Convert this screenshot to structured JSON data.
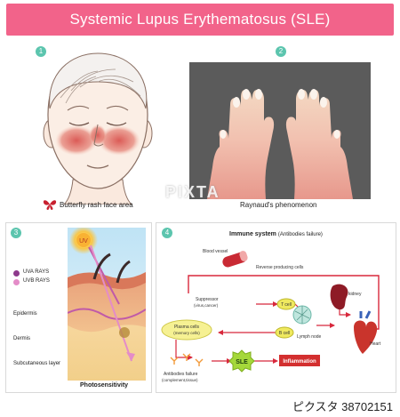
{
  "title": "Systemic Lupus Erythematosus (SLE)",
  "panels": {
    "p1": {
      "number": "1",
      "caption": "Butterfly rash face area"
    },
    "p2": {
      "number": "2",
      "caption": "Raynaud's phenomenon"
    },
    "p3": {
      "number": "3",
      "caption": "Photosensitivity",
      "sun_label": "UV",
      "legend": [
        "UVA RAYS",
        "UVB RAYS"
      ],
      "layers": [
        "Epidermis",
        "Dermis",
        "Subcutaneous layer"
      ]
    },
    "p4": {
      "number": "4",
      "heading": "Immune system",
      "heading_sub": "(Antibodies failure)",
      "labels": {
        "blood_vessel": "Blood vessel",
        "reverse_cells": "Reverse producing cells",
        "kidney": "kidney",
        "suppressor": "Suppressor",
        "suppressor_sub": "(virus,cancer)",
        "t_cell": "T cell",
        "plasma": "Plasma cells",
        "plasma_sub": "(memory cells)",
        "b_cell": "B cell",
        "lymph": "Lymph node",
        "heart": "Heart",
        "antibodies": "Antibodies failure",
        "antibodies_sub": "(complement,tissue)",
        "sle": "SLE",
        "inflammation": "Inflammation"
      }
    }
  },
  "watermark": "PIXTA",
  "footer_id": "ピクスタ  38702151",
  "colors": {
    "title_bar": "#f2638a",
    "badge": "#5cc5ae",
    "rash": "#d9534f",
    "arrow": "#d8283c",
    "sle_node": "#a5d83a",
    "inflammation": "#d32f2f"
  }
}
